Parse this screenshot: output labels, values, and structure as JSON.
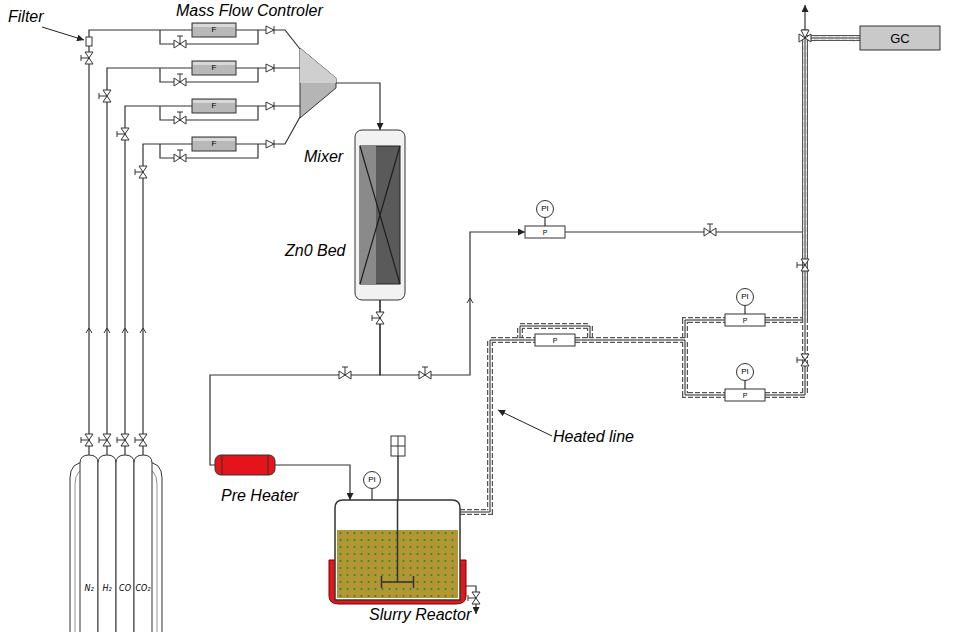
{
  "diagram": {
    "nodes": [
      {
        "text": [
          "N₂"
        ]
      },
      {
        "text": [
          "H₂"
        ]
      },
      {
        "text": [
          "CO"
        ]
      },
      {
        "text": [
          "CO₂"
        ]
      },
      {
        "text": [
          "F"
        ]
      },
      {
        "text": [
          "F"
        ]
      },
      {
        "text": [
          "F"
        ]
      },
      {
        "text": [
          "F"
        ]
      },
      {
        "text": [
          "Mixer"
        ]
      },
      {
        "text": [
          "Zn0 Bed"
        ]
      },
      {
        "text": [
          "Pre Heater"
        ]
      },
      {
        "text": [
          "Slurry Reactor"
        ]
      },
      {
        "text": [
          "PI"
        ]
      },
      {
        "text": [
          "P"
        ]
      },
      {
        "text": [
          "PI"
        ]
      },
      {
        "text": [
          "P"
        ]
      },
      {
        "text": [
          "P"
        ]
      },
      {
        "text": [
          "PI"
        ]
      },
      {
        "text": [
          "P"
        ]
      },
      {
        "text": [
          "PI"
        ]
      },
      {
        "text": [
          "GC"
        ]
      }
    ],
    "edges": [
      {
        "from": 0,
        "to": 4,
        "arrow": "none"
      },
      {
        "from": 1,
        "to": 5,
        "arrow": "none"
      },
      {
        "from": 2,
        "to": 6,
        "arrow": "none"
      },
      {
        "from": 3,
        "to": 7,
        "arrow": "none"
      },
      {
        "from": 4,
        "to": 8,
        "arrow": "none"
      },
      {
        "from": 5,
        "to": 8,
        "arrow": "none"
      },
      {
        "from": 6,
        "to": 8,
        "arrow": "none"
      },
      {
        "from": 7,
        "to": 8,
        "arrow": "none"
      },
      {
        "from": 8,
        "to": 9,
        "arrow": "to"
      },
      {
        "from": 9,
        "to": 10,
        "arrow": "none"
      },
      {
        "from": 10,
        "to": 11,
        "arrow": "to"
      },
      {
        "from": 12,
        "to": 11,
        "arrow": "none"
      },
      {
        "from": 9,
        "to": 13,
        "arrow": "to"
      },
      {
        "from": 14,
        "to": 13,
        "arrow": "none"
      },
      {
        "from": 13,
        "to": 20,
        "arrow": "to"
      },
      {
        "from": 11,
        "to": 15,
        "arrow": "none"
      },
      {
        "from": 15,
        "to": 16,
        "arrow": "none"
      },
      {
        "from": 17,
        "to": 16,
        "arrow": "none"
      },
      {
        "from": 15,
        "to": 18,
        "arrow": "none"
      },
      {
        "from": 19,
        "to": 18,
        "arrow": "none"
      },
      {
        "from": 16,
        "to": 20,
        "arrow": "none"
      },
      {
        "from": 18,
        "to": 20,
        "arrow": "none"
      }
    ],
    "labels": [
      "Filter",
      "Mass Flow Controler",
      "Heated line"
    ]
  }
}
